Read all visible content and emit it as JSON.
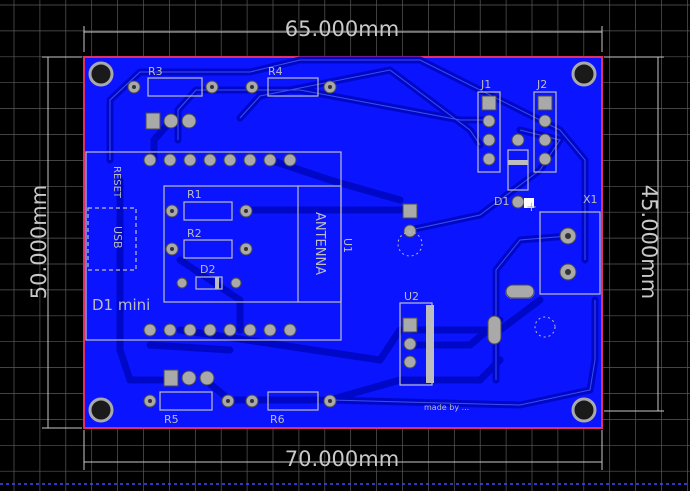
{
  "dimensions": {
    "top": "65.000mm",
    "bottom": "70.000mm",
    "left": "50.000mm",
    "right": "45.000mm"
  },
  "labels": {
    "r3": "R3",
    "r4": "R4",
    "r5": "R5",
    "r6": "R6",
    "r1": "R1",
    "r2": "R2",
    "d2": "D2",
    "d1": "D1",
    "j1": "J1",
    "j2": "J2",
    "u1": "U1",
    "u2": "U2",
    "x1": "X1",
    "reset": "RESET",
    "usb": "USB",
    "antenna": "ANTENNA",
    "d1mini": "D1 mini",
    "plus": "+",
    "footer_text": "made by ..."
  },
  "colors": {
    "background": "#000000",
    "grid": "#5a5a5a",
    "board": "#0a14ff",
    "trace": "#0008c8",
    "outline": "#e0306a",
    "silk": "#bdbdbd",
    "pad": "#a9a9a9",
    "dim_line": "#c8c8c8"
  }
}
